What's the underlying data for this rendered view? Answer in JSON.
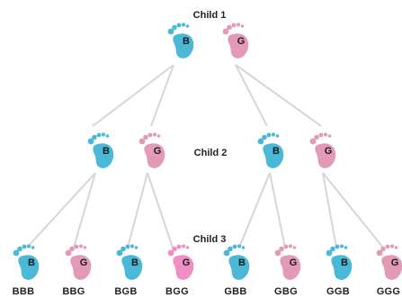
{
  "levels": {
    "child1": "Child 1",
    "child2": "Child 2",
    "child3": "Child 3"
  },
  "colors": {
    "boy": "#4bb8d8",
    "girl": "#e39ab7",
    "girl_light": "#f08fc4",
    "line": "#d6d6d6"
  },
  "icons": {
    "foot": "footprint-icon"
  },
  "nodes": {
    "c1_boy": "B",
    "c1_girl": "G",
    "c2_b_boy": "B",
    "c2_b_girl": "G",
    "c2_g_boy": "B",
    "c2_g_girl": "G",
    "c3": [
      "B",
      "G",
      "B",
      "G",
      "B",
      "G",
      "B",
      "G"
    ]
  },
  "outcomes": [
    "BBB",
    "BBG",
    "BGB",
    "BGG",
    "GBB",
    "GBG",
    "GGB",
    "GGG"
  ]
}
